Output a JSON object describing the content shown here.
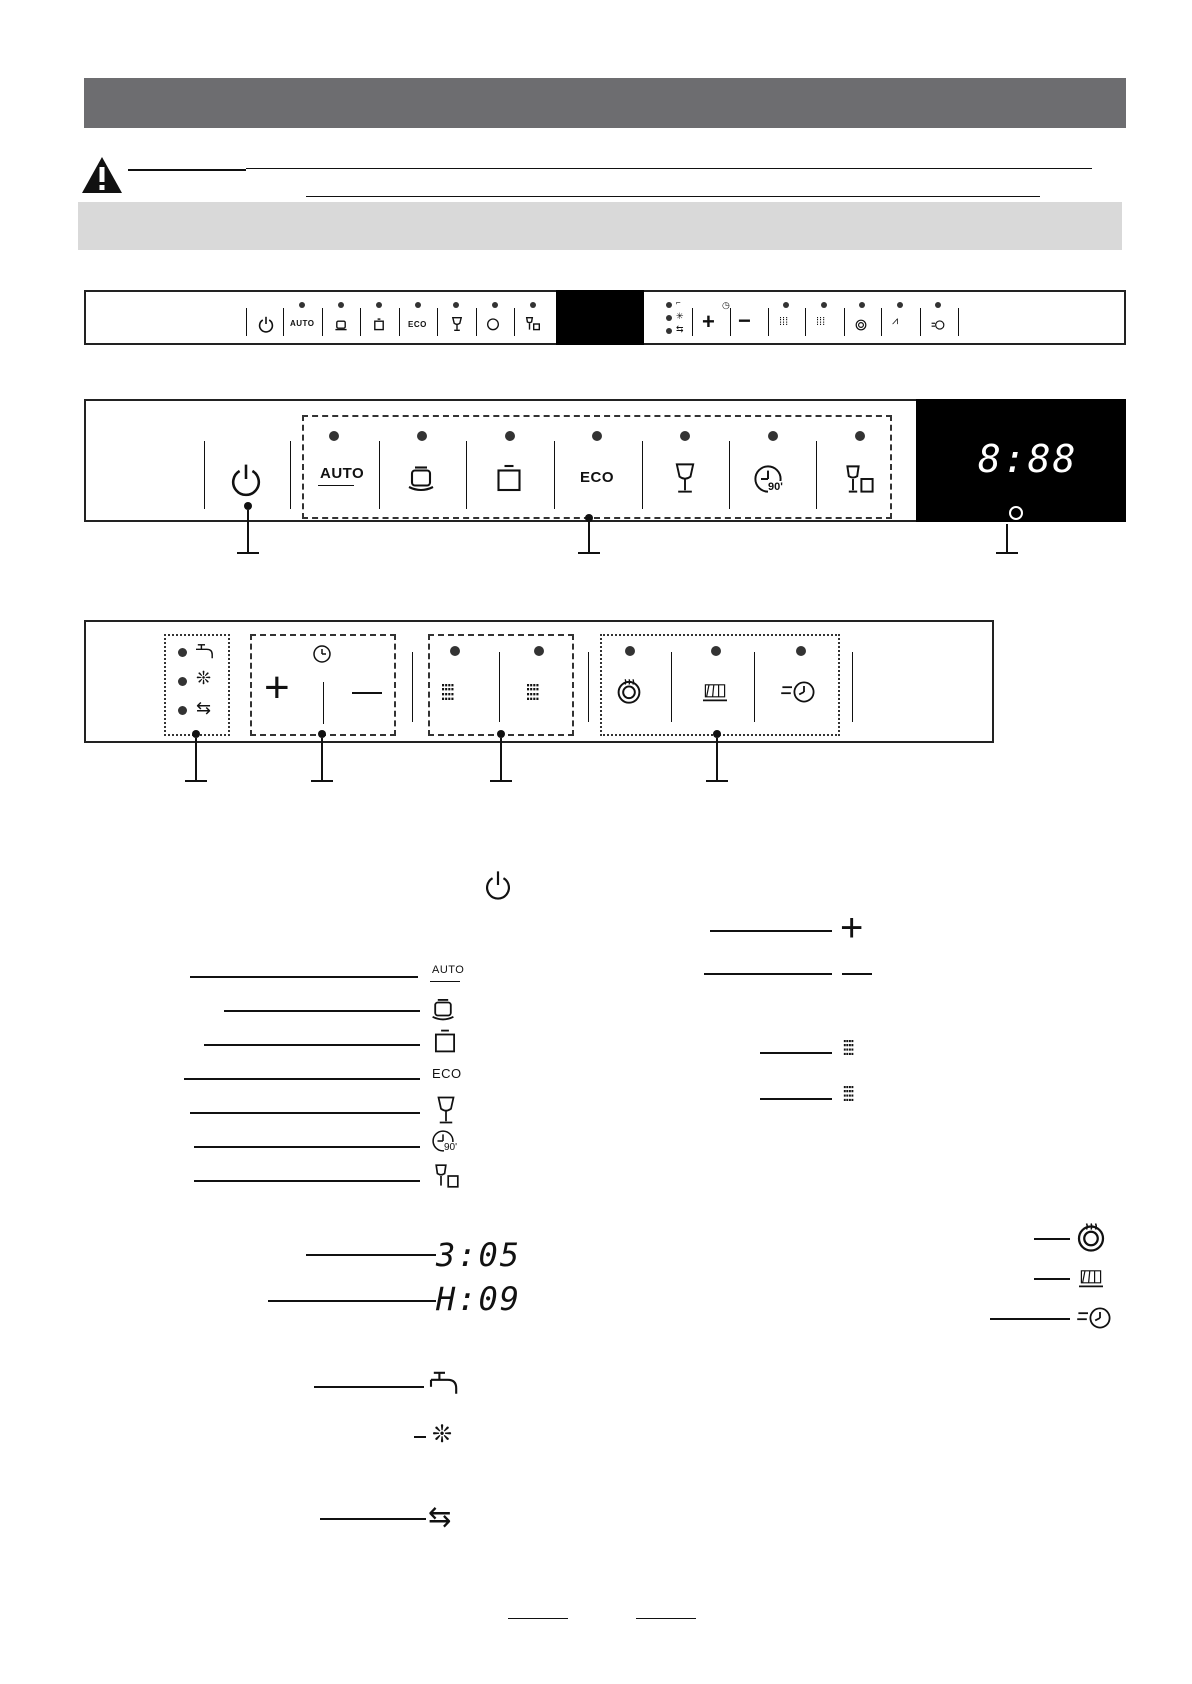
{
  "icons": {
    "power": "power-icon",
    "auto": "auto-program-icon",
    "intensive": "intensive-pot-icon",
    "universal": "universal-pot-icon",
    "eco": "eco-icon",
    "glass": "glass-icon",
    "rapid90": "90-minute-icon",
    "quick": "quick-glass-icon",
    "plus": "plus-icon",
    "minus": "minus-icon",
    "timer": "delay-timer-icon",
    "upper_spray": "upper-spray-icon",
    "lower_spray": "lower-spray-icon",
    "extra_hygiene": "extra-hygiene-icon",
    "extra_dry": "extra-dry-icon",
    "speed": "speed-icon",
    "tap": "water-tap-icon",
    "rinse_aid": "rinse-aid-icon",
    "salt": "salt-refill-icon",
    "warning": "warning-icon"
  },
  "panel_labels": {
    "auto": "AUTO",
    "eco": "ECO",
    "ninety": "90'"
  },
  "display": {
    "value": "8:88"
  },
  "legend": {
    "auto": "AUTO",
    "eco": "ECO",
    "ninety": "90'",
    "time_display": "3:05",
    "hardness_display": "H:09"
  },
  "colors": {
    "header_bar": "#6d6d70",
    "subheader_bar": "#d9d9d9",
    "display_bg": "#000000",
    "display_text": "#ffffff"
  }
}
